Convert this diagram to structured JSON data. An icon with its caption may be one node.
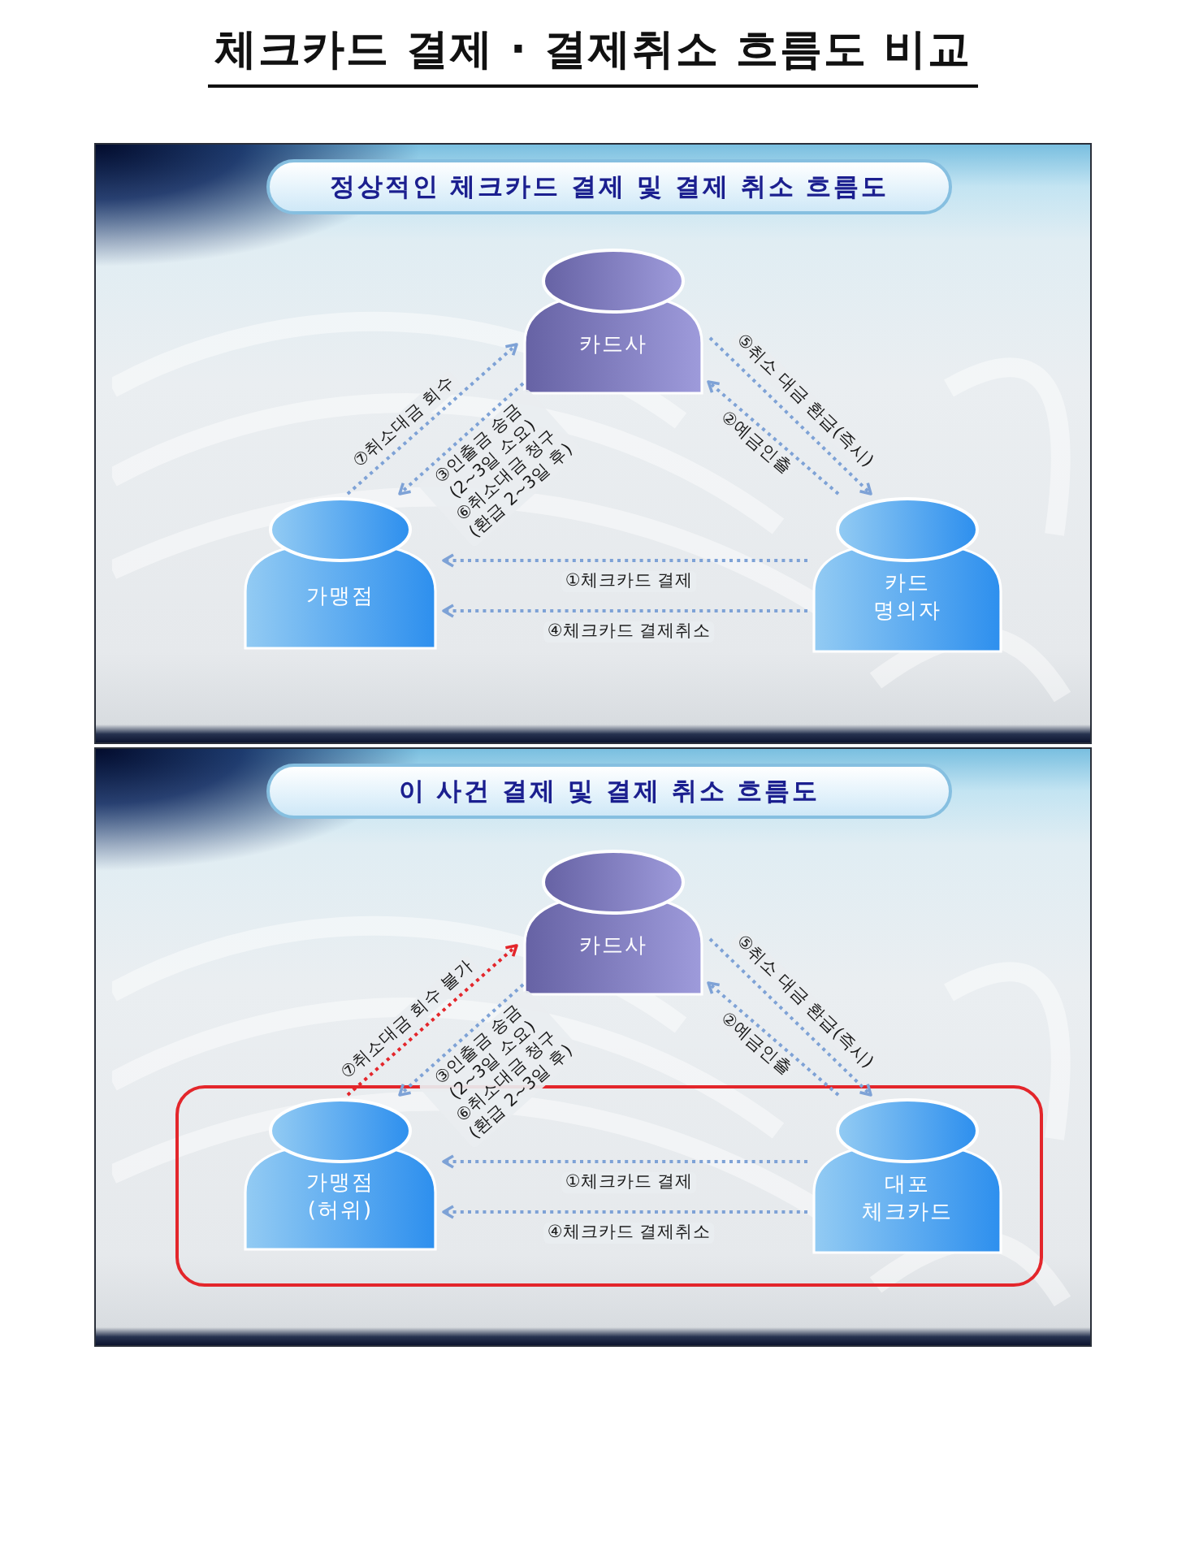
{
  "diagram": {
    "title": "체크카드 결제 · 결제취소 흐름도 비교",
    "nodes": [
      {
        "text": [
          "정상적인 체크카드 결제 및 결제 취소 흐름도"
        ]
      },
      {
        "text": [
          "카드사"
        ],
        "in": 0
      },
      {
        "text": [
          "가맹점"
        ],
        "in": 0
      },
      {
        "text": [
          "카드 명의자"
        ],
        "in": 0
      },
      {
        "text": [
          "이 사건 결제 및 결제 취소 흐름도"
        ]
      },
      {
        "text": [
          "카드사"
        ],
        "in": 4
      },
      {
        "text": [],
        "shape": "box",
        "in": 4
      },
      {
        "text": [
          "가맹점 (허위)"
        ],
        "in": 6
      },
      {
        "text": [
          "대포 체크카드"
        ],
        "in": 6
      }
    ],
    "edges": [
      {
        "from": 2,
        "to": 1,
        "arrow": "to",
        "label": "⑦취소대금 회수"
      },
      {
        "from": 1,
        "to": 2,
        "arrow": "to",
        "label": "③인출금 송금 (2~3일 소요) ⑥취소대금 청구 (환급 2~3일 후)"
      },
      {
        "from": 1,
        "to": 3,
        "arrow": "to",
        "label": "⑤취소 대금 환급(즉시)"
      },
      {
        "from": 3,
        "to": 1,
        "arrow": "to",
        "label": "②예금인출"
      },
      {
        "from": 3,
        "to": 2,
        "arrow": "to",
        "label": "①체크카드 결제"
      },
      {
        "from": 3,
        "to": 2,
        "arrow": "to",
        "label": "④체크카드 결제취소"
      },
      {
        "from": 7,
        "to": 5,
        "arrow": "to",
        "label": "⑦취소대금 회수 불가",
        "color": "#e3262b"
      },
      {
        "from": 5,
        "to": 7,
        "arrow": "to",
        "label": "③인출금 송금 (2~3일 소요) ⑥취소대금 청구 (환급 2~3일 후)"
      },
      {
        "from": 5,
        "to": 8,
        "arrow": "to",
        "label": "⑤취소 대금 환급(즉시)"
      },
      {
        "from": 8,
        "to": 5,
        "arrow": "to",
        "label": "②예금인출"
      },
      {
        "from": 8,
        "to": 7,
        "arrow": "to",
        "label": "①체크카드 결제"
      },
      {
        "from": 8,
        "to": 7,
        "arrow": "to",
        "label": "④체크카드 결제취소"
      }
    ]
  }
}
